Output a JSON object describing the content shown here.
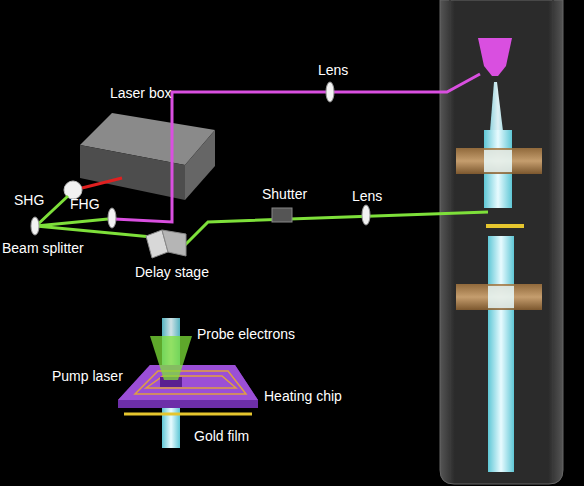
{
  "diagram": {
    "labels": [
      "Lens",
      "Laser box",
      "Shutter",
      "Lens",
      "SHG",
      "FHG",
      "Beam splitter",
      "Delay stage",
      "Probe electrons",
      "Pump laser",
      "Heating chip",
      "Gold film"
    ]
  }
}
